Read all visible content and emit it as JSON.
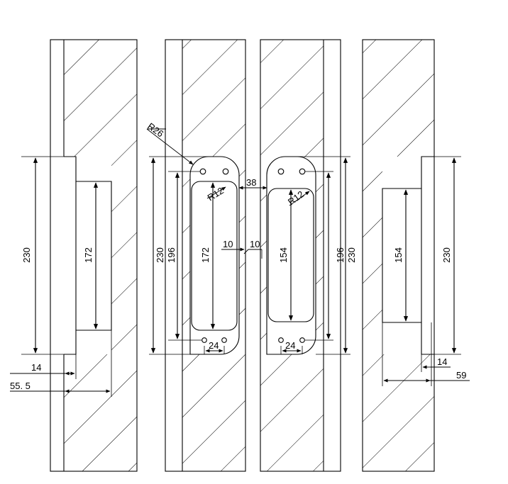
{
  "colors": {
    "ink": "#000000",
    "background": "#ffffff"
  },
  "left_section": {
    "overall_height": "230",
    "pocket_height": "172",
    "face_depth": "14",
    "pocket_depth": "55. 5"
  },
  "left_plate": {
    "corner_radius": "R26",
    "overall_height": "230",
    "hole_span": "196",
    "slot_height": "172",
    "slot_radius": "R12",
    "hole_spacing": "24"
  },
  "right_plate": {
    "overall_height": "230",
    "hole_span": "196",
    "slot_height": "154",
    "slot_radius": "R12",
    "hole_spacing": "24"
  },
  "between_plates": {
    "gap": "38",
    "left_offset": "10",
    "right_offset": "10"
  },
  "right_section": {
    "overall_height": "230",
    "pocket_height": "154",
    "face_depth": "14",
    "pocket_depth": "59"
  }
}
